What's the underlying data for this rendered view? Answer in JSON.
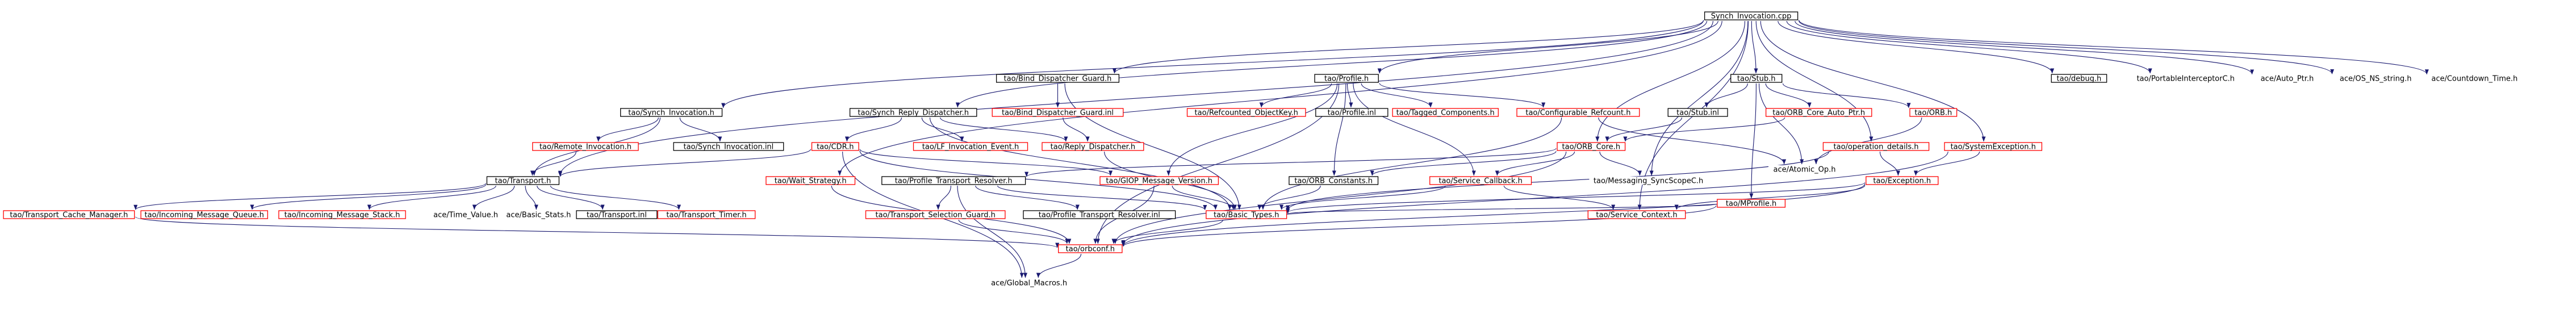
{
  "colors": {
    "background": "#ffffff",
    "edge": "#191970",
    "root_fill": "#bfbfbf",
    "border_documented": "#000000",
    "border_undocumented": "#ff0000"
  },
  "nodes": [
    {
      "id": "synch_invocation_cpp",
      "label": "Synch_Invocation.cpp",
      "style": "root"
    },
    {
      "id": "debug_h",
      "label": "tao/debug.h",
      "style": "black"
    },
    {
      "id": "portable_interceptor_c",
      "label": "tao/PortableInterceptorC.h",
      "style": "gray"
    },
    {
      "id": "auto_ptr",
      "label": "ace/Auto_Ptr.h",
      "style": "gray"
    },
    {
      "id": "os_ns_string",
      "label": "ace/OS_NS_string.h",
      "style": "gray"
    },
    {
      "id": "countdown_time",
      "label": "ace/Countdown_Time.h",
      "style": "gray"
    },
    {
      "id": "stub_h",
      "label": "tao/Stub.h",
      "style": "black"
    },
    {
      "id": "profile_h",
      "label": "tao/Profile.h",
      "style": "black"
    },
    {
      "id": "bind_dispatcher_guard_h",
      "label": "tao/Bind_Dispatcher_Guard.h",
      "style": "black"
    },
    {
      "id": "synch_invocation_h",
      "label": "tao/Synch_Invocation.h",
      "style": "black"
    },
    {
      "id": "synch_reply_dispatcher_h",
      "label": "tao/Synch_Reply_Dispatcher.h",
      "style": "black"
    },
    {
      "id": "stub_inl",
      "label": "tao/Stub.inl",
      "style": "black"
    },
    {
      "id": "orb_core_auto_ptr",
      "label": "tao/ORB_Core_Auto_Ptr.h",
      "style": "red"
    },
    {
      "id": "orb_h",
      "label": "tao/ORB.h",
      "style": "red"
    },
    {
      "id": "refcounted_objectkey",
      "label": "tao/Refcounted_ObjectKey.h",
      "style": "red"
    },
    {
      "id": "profile_inl",
      "label": "tao/Profile.inl",
      "style": "black"
    },
    {
      "id": "tagged_components",
      "label": "tao/Tagged_Components.h",
      "style": "red"
    },
    {
      "id": "configurable_refcount",
      "label": "tao/Configurable_Refcount.h",
      "style": "red"
    },
    {
      "id": "bind_dispatcher_guard_inl",
      "label": "tao/Bind_Dispatcher_Guard.inl",
      "style": "red"
    },
    {
      "id": "remote_invocation",
      "label": "tao/Remote_Invocation.h",
      "style": "red"
    },
    {
      "id": "synch_invocation_inl",
      "label": "tao/Synch_Invocation.inl",
      "style": "black"
    },
    {
      "id": "cdr_h",
      "label": "tao/CDR.h",
      "style": "red"
    },
    {
      "id": "lf_invocation_event",
      "label": "tao/LF_Invocation_Event.h",
      "style": "red"
    },
    {
      "id": "reply_dispatcher",
      "label": "tao/Reply_Dispatcher.h",
      "style": "red"
    },
    {
      "id": "orb_core_h",
      "label": "tao/ORB_Core.h",
      "style": "red"
    },
    {
      "id": "atomic_op",
      "label": "ace/Atomic_Op.h",
      "style": "gray"
    },
    {
      "id": "operation_details",
      "label": "tao/operation_details.h",
      "style": "red"
    },
    {
      "id": "system_exception",
      "label": "tao/SystemException.h",
      "style": "red"
    },
    {
      "id": "transport_h",
      "label": "tao/Transport.h",
      "style": "black"
    },
    {
      "id": "wait_strategy",
      "label": "tao/Wait_Strategy.h",
      "style": "red"
    },
    {
      "id": "profile_transport_resolver_h",
      "label": "tao/Profile_Transport_Resolver.h",
      "style": "black"
    },
    {
      "id": "giop_message_version",
      "label": "tao/GIOP_Message_Version.h",
      "style": "red"
    },
    {
      "id": "orb_constants",
      "label": "tao/ORB_Constants.h",
      "style": "black"
    },
    {
      "id": "service_callback",
      "label": "tao/Service_Callback.h",
      "style": "red"
    },
    {
      "id": "messaging_syncscopec",
      "label": "tao/Messaging_SyncScopeC.h",
      "style": "gray"
    },
    {
      "id": "mprofile_h",
      "label": "tao/MProfile.h",
      "style": "red"
    },
    {
      "id": "exception_h",
      "label": "tao/Exception.h",
      "style": "red"
    },
    {
      "id": "transport_cache_manager",
      "label": "tao/Transport_Cache_Manager.h",
      "style": "red"
    },
    {
      "id": "incoming_message_queue",
      "label": "tao/Incoming_Message_Queue.h",
      "style": "red"
    },
    {
      "id": "incoming_message_stack",
      "label": "tao/Incoming_Message_Stack.h",
      "style": "red"
    },
    {
      "id": "time_value",
      "label": "ace/Time_Value.h",
      "style": "gray"
    },
    {
      "id": "basic_stats",
      "label": "ace/Basic_Stats.h",
      "style": "gray"
    },
    {
      "id": "transport_inl",
      "label": "tao/Transport.inl",
      "style": "black"
    },
    {
      "id": "transport_timer",
      "label": "tao/Transport_Timer.h",
      "style": "red"
    },
    {
      "id": "transport_selection_guard",
      "label": "tao/Transport_Selection_Guard.h",
      "style": "red"
    },
    {
      "id": "profile_transport_resolver_inl",
      "label": "tao/Profile_Transport_Resolver.inl",
      "style": "black"
    },
    {
      "id": "basic_types",
      "label": "tao/Basic_Types.h",
      "style": "red"
    },
    {
      "id": "service_context",
      "label": "tao/Service_Context.h",
      "style": "red"
    },
    {
      "id": "orbconf_h",
      "label": "tao/orbconf.h",
      "style": "red"
    },
    {
      "id": "global_macros",
      "label": "ace/Global_Macros.h",
      "style": "gray"
    }
  ],
  "edges": [
    [
      "synch_invocation_cpp",
      "debug_h"
    ],
    [
      "synch_invocation_cpp",
      "portable_interceptor_c"
    ],
    [
      "synch_invocation_cpp",
      "auto_ptr"
    ],
    [
      "synch_invocation_cpp",
      "os_ns_string"
    ],
    [
      "synch_invocation_cpp",
      "countdown_time"
    ],
    [
      "synch_invocation_cpp",
      "stub_h"
    ],
    [
      "synch_invocation_cpp",
      "profile_h"
    ],
    [
      "synch_invocation_cpp",
      "bind_dispatcher_guard_h"
    ],
    [
      "synch_invocation_cpp",
      "synch_invocation_h"
    ],
    [
      "synch_invocation_cpp",
      "synch_reply_dispatcher_h"
    ],
    [
      "synch_invocation_cpp",
      "transport_h"
    ],
    [
      "synch_invocation_cpp",
      "wait_strategy"
    ],
    [
      "synch_invocation_cpp",
      "orb_core_h"
    ],
    [
      "synch_invocation_cpp",
      "messaging_syncscopec"
    ],
    [
      "synch_invocation_cpp",
      "operation_details"
    ],
    [
      "synch_invocation_cpp",
      "system_exception"
    ],
    [
      "synch_invocation_cpp",
      "service_context"
    ],
    [
      "stub_h",
      "stub_inl"
    ],
    [
      "stub_h",
      "orb_core_auto_ptr"
    ],
    [
      "stub_h",
      "orb_h"
    ],
    [
      "stub_h",
      "atomic_op"
    ],
    [
      "stub_h",
      "mprofile_h"
    ],
    [
      "stub_inl",
      "orb_core_h"
    ],
    [
      "orb_core_auto_ptr",
      "orb_core_h"
    ],
    [
      "orb_h",
      "atomic_op"
    ],
    [
      "profile_h",
      "refcounted_objectkey"
    ],
    [
      "profile_h",
      "profile_inl"
    ],
    [
      "profile_h",
      "tagged_components"
    ],
    [
      "profile_h",
      "configurable_refcount"
    ],
    [
      "profile_h",
      "giop_message_version"
    ],
    [
      "profile_h",
      "service_callback"
    ],
    [
      "profile_h",
      "orb_constants"
    ],
    [
      "profile_h",
      "orbconf_h"
    ],
    [
      "configurable_refcount",
      "atomic_op"
    ],
    [
      "configurable_refcount",
      "basic_types"
    ],
    [
      "bind_dispatcher_guard_h",
      "bind_dispatcher_guard_inl"
    ],
    [
      "bind_dispatcher_guard_h",
      "basic_types"
    ],
    [
      "bind_dispatcher_guard_inl",
      "reply_dispatcher"
    ],
    [
      "synch_invocation_h",
      "remote_invocation"
    ],
    [
      "synch_invocation_h",
      "synch_invocation_inl"
    ],
    [
      "synch_invocation_h",
      "transport_h"
    ],
    [
      "remote_invocation",
      "transport_h"
    ],
    [
      "synch_reply_dispatcher_h",
      "cdr_h"
    ],
    [
      "synch_reply_dispatcher_h",
      "lf_invocation_event"
    ],
    [
      "synch_reply_dispatcher_h",
      "reply_dispatcher"
    ],
    [
      "synch_reply_dispatcher_h",
      "basic_types"
    ],
    [
      "cdr_h",
      "transport_h"
    ],
    [
      "cdr_h",
      "giop_message_version"
    ],
    [
      "cdr_h",
      "basic_types"
    ],
    [
      "cdr_h",
      "global_macros"
    ],
    [
      "reply_dispatcher",
      "basic_types"
    ],
    [
      "orb_core_h",
      "orb_constants"
    ],
    [
      "orb_core_h",
      "service_callback"
    ],
    [
      "orb_core_h",
      "messaging_syncscopec"
    ],
    [
      "orb_core_h",
      "profile_transport_resolver_h"
    ],
    [
      "orb_core_h",
      "orbconf_h"
    ],
    [
      "transport_h",
      "transport_cache_manager"
    ],
    [
      "transport_h",
      "incoming_message_queue"
    ],
    [
      "transport_h",
      "incoming_message_stack"
    ],
    [
      "transport_h",
      "time_value"
    ],
    [
      "transport_h",
      "basic_stats"
    ],
    [
      "transport_h",
      "transport_inl"
    ],
    [
      "transport_h",
      "transport_timer"
    ],
    [
      "transport_cache_manager",
      "orbconf_h"
    ],
    [
      "wait_strategy",
      "orbconf_h"
    ],
    [
      "profile_transport_resolver_h",
      "transport_selection_guard"
    ],
    [
      "profile_transport_resolver_h",
      "profile_transport_resolver_inl"
    ],
    [
      "profile_transport_resolver_h",
      "basic_types"
    ],
    [
      "profile_transport_resolver_h",
      "global_macros"
    ],
    [
      "transport_selection_guard",
      "orbconf_h"
    ],
    [
      "giop_message_version",
      "basic_types"
    ],
    [
      "giop_message_version",
      "orbconf_h"
    ],
    [
      "orb_constants",
      "basic_types"
    ],
    [
      "service_callback",
      "basic_types"
    ],
    [
      "service_callback",
      "service_context"
    ],
    [
      "operation_details",
      "exception_h"
    ],
    [
      "operation_details",
      "basic_types"
    ],
    [
      "system_exception",
      "exception_h"
    ],
    [
      "system_exception",
      "orbconf_h"
    ],
    [
      "exception_h",
      "basic_types"
    ],
    [
      "exception_h",
      "orbconf_h"
    ],
    [
      "exception_h",
      "service_context"
    ],
    [
      "mprofile_h",
      "basic_types"
    ],
    [
      "mprofile_h",
      "orbconf_h"
    ],
    [
      "basic_types",
      "orbconf_h"
    ],
    [
      "orbconf_h",
      "global_macros"
    ]
  ]
}
